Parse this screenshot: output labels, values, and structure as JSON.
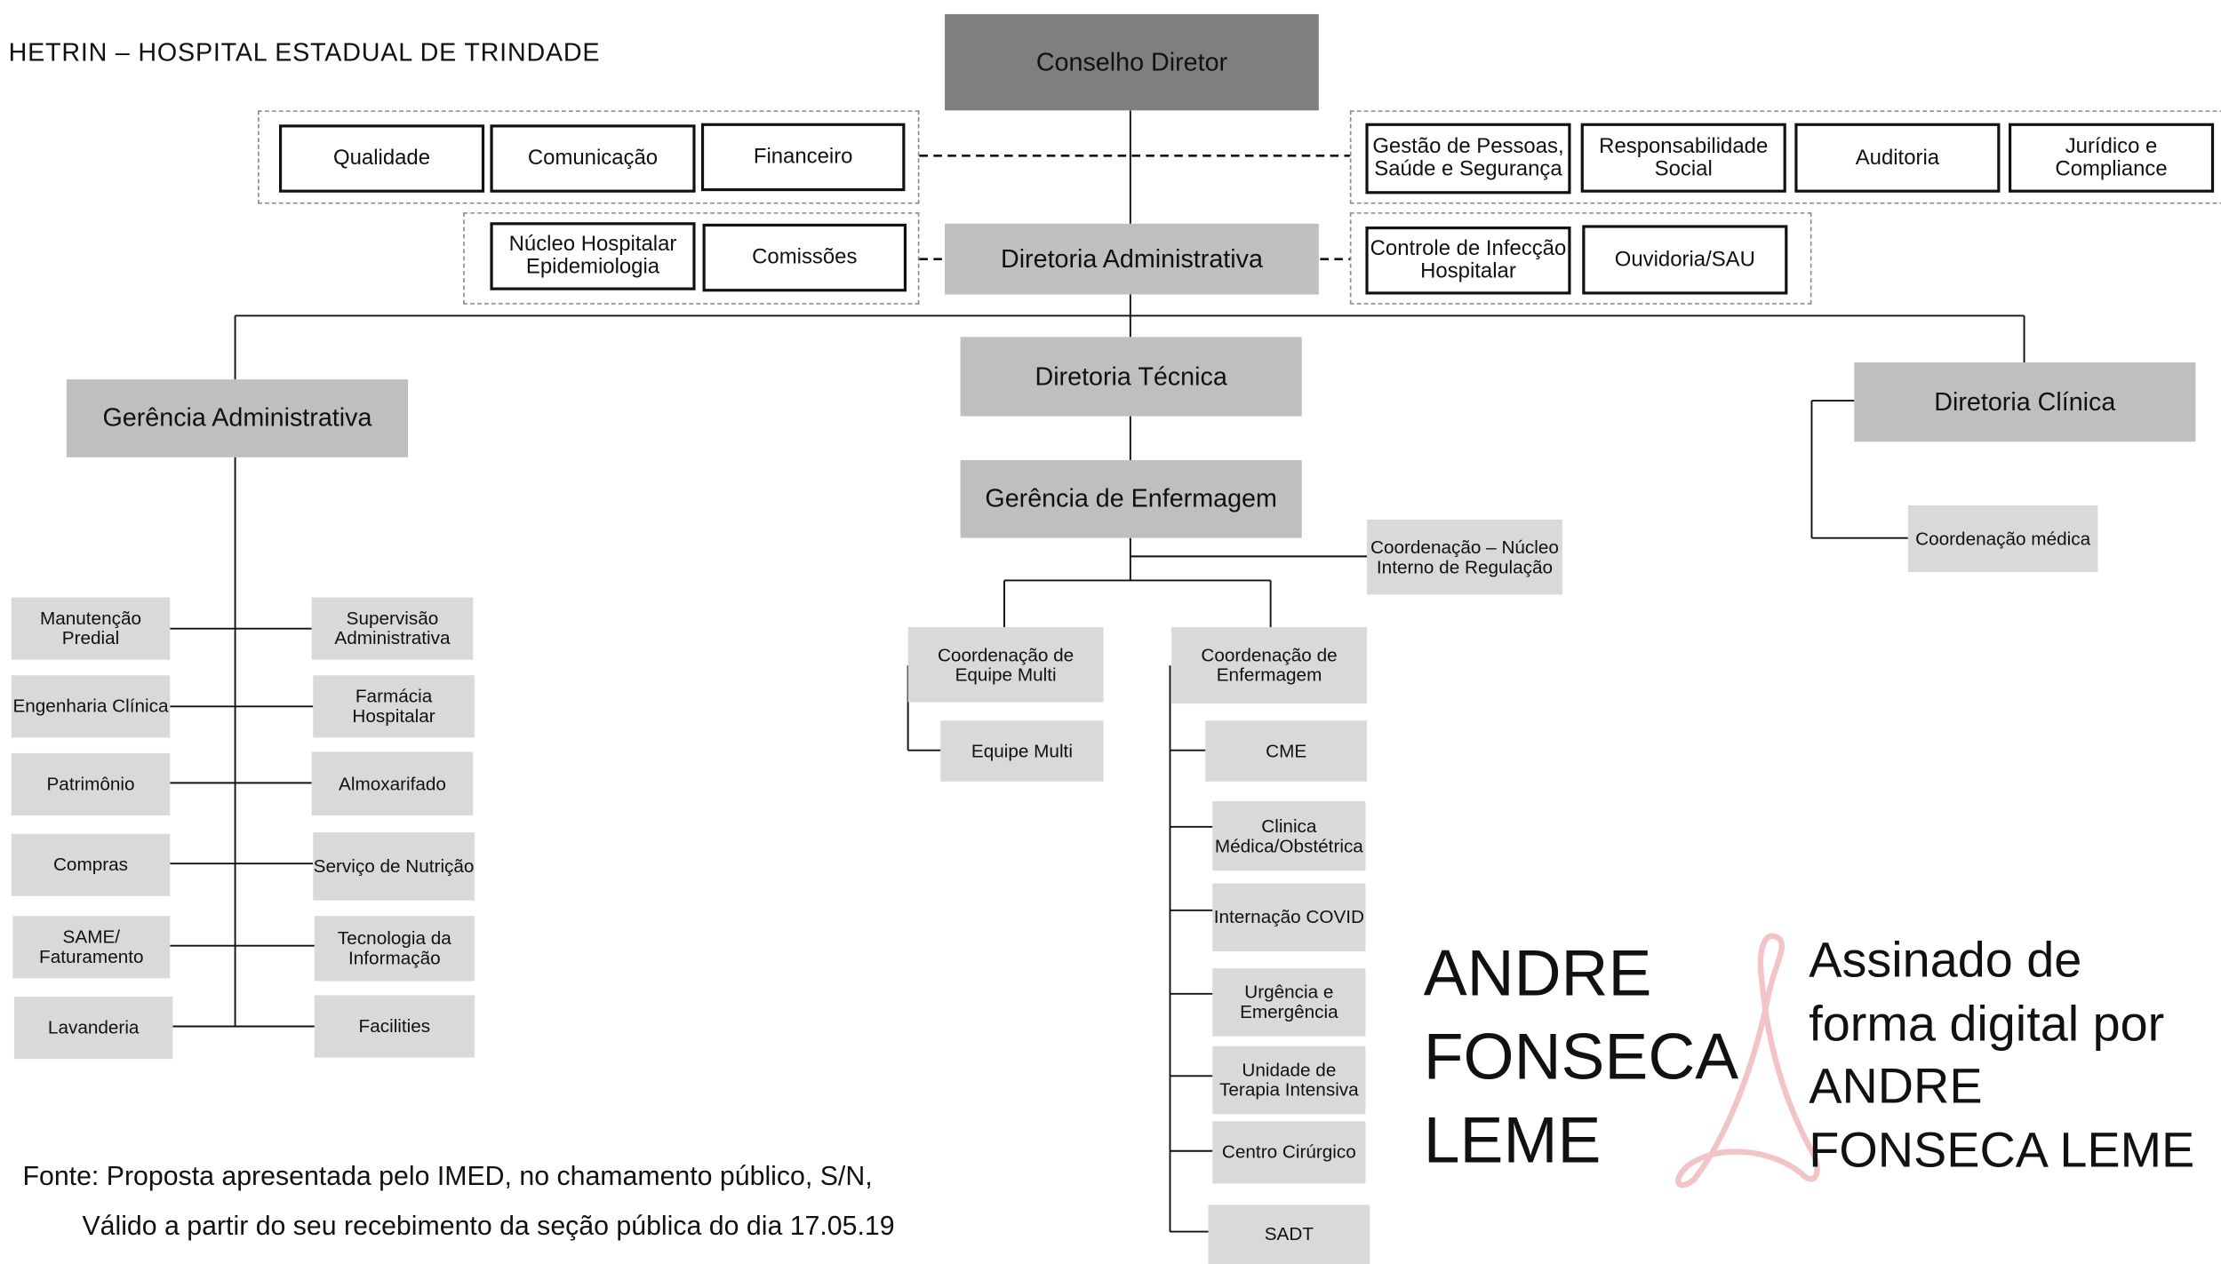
{
  "header": {
    "title": "HETRIN – HOSPITAL ESTADUAL DE TRINDADE"
  },
  "nodes": {
    "conselho": "Conselho Diretor",
    "qualidade": "Qualidade",
    "comunicacao": "Comunicação",
    "financeiro": "Financeiro",
    "gestao_pessoas": "Gestão de Pessoas, Saúde e Segurança",
    "responsabilidade": "Responsabilidade Social",
    "auditoria": "Auditoria",
    "juridico": "Jurídico e Compliance",
    "nucleo_epidemiologia": "Núcleo Hospitalar Epidemiologia",
    "comissoes": "Comissões",
    "dir_administrativa": "Diretoria Administrativa",
    "controle_infeccao": "Controle de Infecção Hospitalar",
    "ouvidoria": "Ouvidoria/SAU",
    "ger_administrativa": "Gerência Administrativa",
    "dir_tecnica": "Diretoria Técnica",
    "dir_clinica": "Diretoria Clínica",
    "ger_enfermagem": "Gerência  de Enfermagem",
    "coord_nir": "Coordenação – Núcleo Interno de Regulação",
    "coord_medica": "Coordenação médica",
    "coord_equipe_multi": "Coordenação de Equipe Multi",
    "equipe_multi": "Equipe Multi",
    "coord_enfermagem": "Coordenação de Enfermagem",
    "cme": "CME",
    "clinica_medica": "Clinica Médica/Obstétrica",
    "internacao_covid": "Internação COVID",
    "urgencia": "Urgência e Emergência",
    "uti": "Unidade de Terapia Intensiva",
    "centro_cirurgico": "Centro Cirúrgico",
    "sadt": "SADT",
    "manutencao": "Manutenção Predial",
    "engenharia": "Engenharia Clínica",
    "patrimonio": "Patrimônio",
    "compras": "Compras",
    "same": "SAME/ Faturamento",
    "lavanderia": "Lavanderia",
    "supervisao": "Supervisão Administrativa",
    "farmacia": "Farmácia Hospitalar",
    "almoxarifado": "Almoxarifado",
    "nutricao": "Serviço de Nutrição",
    "ti": "Tecnologia da Informação",
    "facilities": "Facilities"
  },
  "footer": {
    "line1": "Fonte: Proposta apresentada pelo IMED, no chamamento público, S/N,",
    "line2": "Válido a partir do seu recebimento da seção pública do dia 17.05.19"
  },
  "signature": {
    "name": "ANDRE FONSECA LEME",
    "text": "Assinado de forma digital por ANDRE FONSECA LEME"
  },
  "colors": {
    "top_box": "#7f7f7f",
    "director_box": "#bfbfbf",
    "unit_box": "#d9d9d9",
    "signature_mark": "#f2c4c8"
  }
}
